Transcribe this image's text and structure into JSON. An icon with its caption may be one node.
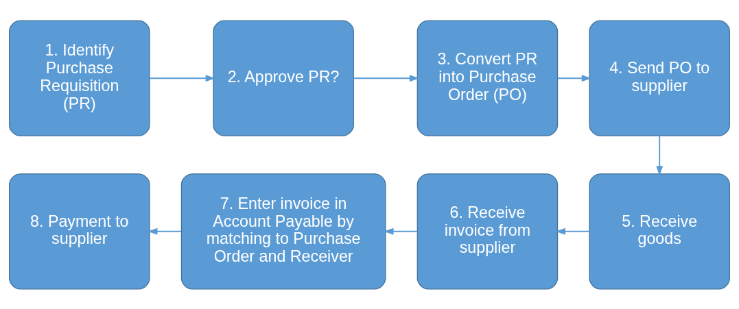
{
  "diagram": {
    "nodes": [
      {
        "text": [
          "1. Identify Purchase Requisition (PR)"
        ]
      },
      {
        "text": [
          "2. Approve PR?"
        ]
      },
      {
        "text": [
          "3. Convert PR into Purchase Order (PO)"
        ]
      },
      {
        "text": [
          "4. Send PO to supplier"
        ]
      },
      {
        "text": [
          "5. Receive goods"
        ]
      },
      {
        "text": [
          "6. Receive invoice from supplier"
        ]
      },
      {
        "text": [
          "7. Enter invoice in Account Payable by matching to Purchase Order and Receiver"
        ]
      },
      {
        "text": [
          "8. Payment to supplier"
        ]
      }
    ],
    "edges": [
      {
        "from": 0,
        "to": 1,
        "arrow": "to"
      },
      {
        "from": 1,
        "to": 2,
        "arrow": "to"
      },
      {
        "from": 2,
        "to": 3,
        "arrow": "to"
      },
      {
        "from": 3,
        "to": 4,
        "arrow": "to"
      },
      {
        "from": 4,
        "to": 5,
        "arrow": "to"
      },
      {
        "from": 5,
        "to": 6,
        "arrow": "to"
      },
      {
        "from": 6,
        "to": 7,
        "arrow": "to"
      }
    ]
  }
}
